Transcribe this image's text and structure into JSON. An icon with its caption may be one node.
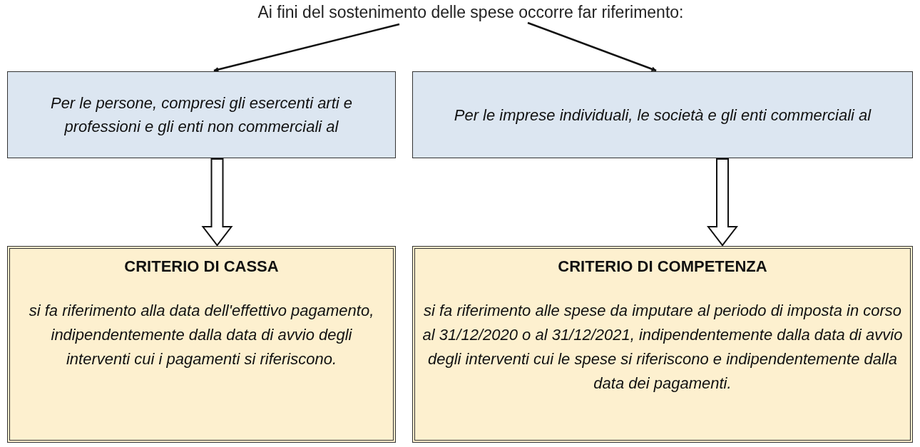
{
  "diagram": {
    "nodes": [
      {
        "text": [
          "Ai fini del sostenimento delle spese occorre far riferimento:"
        ]
      },
      {
        "text": [
          "Per le persone, compresi gli esercenti arti e professioni e gli enti non commerciali al"
        ]
      },
      {
        "text": [
          "Per le imprese individuali, le società e gli enti commerciali al"
        ]
      },
      {
        "text": [
          "CRITERIO DI CASSA",
          "si fa riferimento alla data dell'effettivo pagamento, indipendentemente dalla data di avvio degli interventi cui i pagamenti si riferiscono."
        ]
      },
      {
        "text": [
          "CRITERIO DI COMPETENZA",
          "si fa riferimento alle spese da imputare al periodo di imposta in corso al 31/12/2020 o al 31/12/2021, indipendentemente dalla data di avvio degli interventi cui le spese si riferiscono e indipendentemente dalla data dei pagamenti."
        ]
      }
    ],
    "edges": [
      {
        "from": 0,
        "to": 1,
        "arrow": "to"
      },
      {
        "from": 0,
        "to": 2,
        "arrow": "to"
      },
      {
        "from": 1,
        "to": 3,
        "arrow": "to",
        "style": "thick"
      },
      {
        "from": 2,
        "to": 4,
        "arrow": "to",
        "style": "thick"
      }
    ]
  }
}
